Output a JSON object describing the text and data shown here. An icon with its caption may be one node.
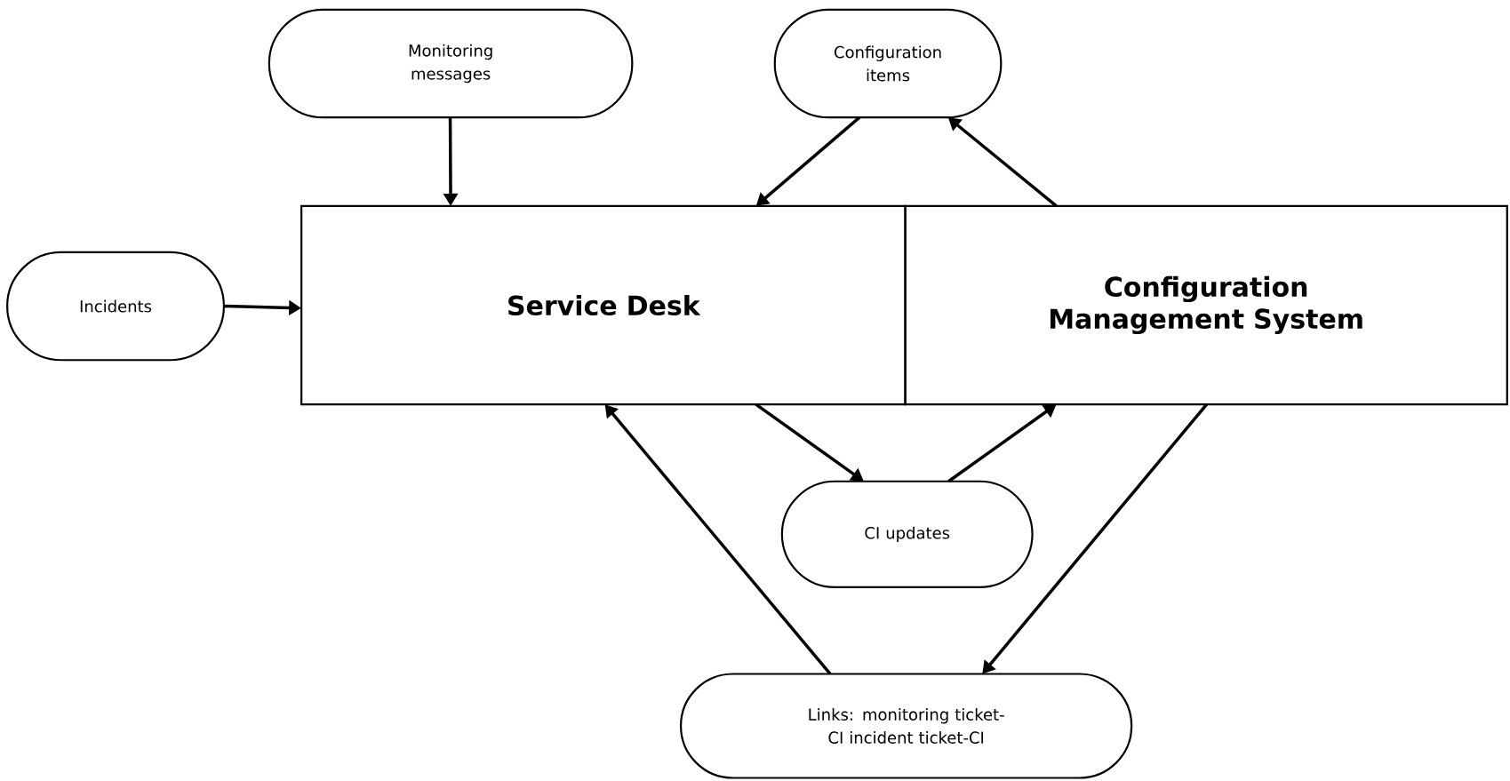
{
  "diagram": {
    "nodes": [
      {
        "text": [
          "Monitoring messages"
        ]
      },
      {
        "text": [
          "Configuration items"
        ]
      },
      {
        "text": [
          "Incidents"
        ]
      },
      {
        "text": [
          "Service Desk"
        ]
      },
      {
        "text": [
          "Configuration Management System"
        ]
      },
      {
        "text": [
          "CI updates"
        ]
      },
      {
        "text": [
          "Links: monitoring ticket-CI incident ticket-CI"
        ]
      }
    ],
    "edges": [
      {
        "from": 0,
        "to": 3,
        "arrow": "to"
      },
      {
        "from": 1,
        "to": 3,
        "arrow": "to"
      },
      {
        "from": 4,
        "to": 1,
        "arrow": "to"
      },
      {
        "from": 2,
        "to": 3,
        "arrow": "to"
      },
      {
        "from": 3,
        "to": 5,
        "arrow": "to"
      },
      {
        "from": 5,
        "to": 4,
        "arrow": "to"
      },
      {
        "from": 4,
        "to": 6,
        "arrow": "to"
      },
      {
        "from": 6,
        "to": 3,
        "arrow": "to"
      }
    ]
  }
}
